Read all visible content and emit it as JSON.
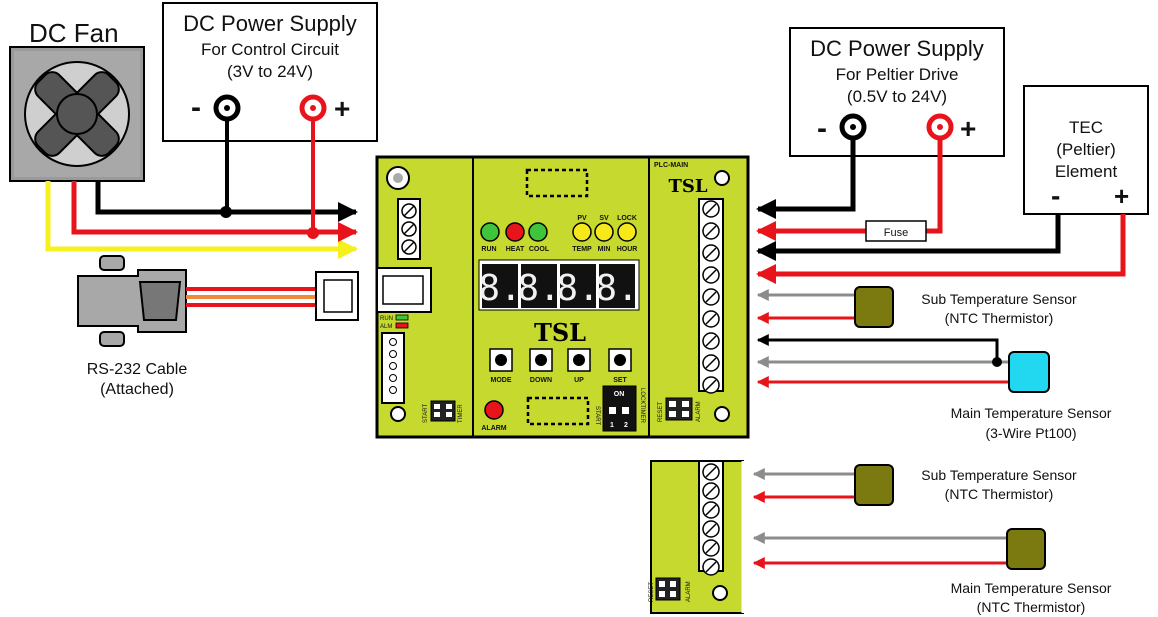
{
  "labels": {
    "dc_fan": "DC Fan",
    "psu_control": {
      "title": "DC Power Supply",
      "line2": "For Control Circuit",
      "line3": "(3V to 24V)"
    },
    "psu_peltier": {
      "title": "DC Power Supply",
      "line2": "For Peltier Drive",
      "line3": "(0.5V to 24V)"
    },
    "tec": {
      "line1": "TEC",
      "line2": "(Peltier)",
      "line3": "Element"
    },
    "minus": "-",
    "plus": "+",
    "fuse": "Fuse",
    "rs232": {
      "line1": "RS-232 Cable",
      "line2": "(Attached)"
    },
    "sub_sensor_1": {
      "line1": "Sub Temperature Sensor",
      "line2": "(NTC Thermistor)"
    },
    "main_sensor_1": {
      "line1": "Main Temperature Sensor",
      "line2": "(3-Wire Pt100)"
    },
    "sub_sensor_2": {
      "line1": "Sub Temperature Sensor",
      "line2": "(NTC Thermistor)"
    },
    "main_sensor_2": {
      "line1": "Main Temperature Sensor",
      "line2": "(NTC Thermistor)"
    }
  },
  "board": {
    "model": "PLC-MAIN",
    "logo": "TSL",
    "leds_left": [
      "RUN",
      "HEAT",
      "COOL"
    ],
    "leds_right_top": [
      "PV",
      "SV",
      "LOCK"
    ],
    "leds_right_bottom": [
      "TEMP",
      "MIN",
      "HOUR"
    ],
    "display": [
      "8.",
      "8.",
      "8.",
      "8."
    ],
    "buttons": [
      "MODE",
      "DOWN",
      "UP",
      "SET"
    ],
    "alarm": "ALARM",
    "dip_on": "ON",
    "dip_nums": [
      "1",
      "2"
    ],
    "dip_side": "START",
    "dip_side2": "LOCKTIMER",
    "status_leds": [
      "RUN",
      "ALM"
    ],
    "start_label": "START",
    "timer_label": "TIMER",
    "alarm_side": "ALARM",
    "reset_label": "RESET"
  },
  "colors": {
    "board": "#c6d92e",
    "wire_red": "#e8141b",
    "wire_black": "#000000",
    "wire_yellow": "#f6f01e",
    "wire_gray": "#8c8c8c",
    "led_green": "#3fc43a",
    "led_red": "#e8141b",
    "led_yellow": "#f6e81a",
    "sensor_olive": "#7a7a10",
    "sensor_cyan": "#22d8f0"
  }
}
